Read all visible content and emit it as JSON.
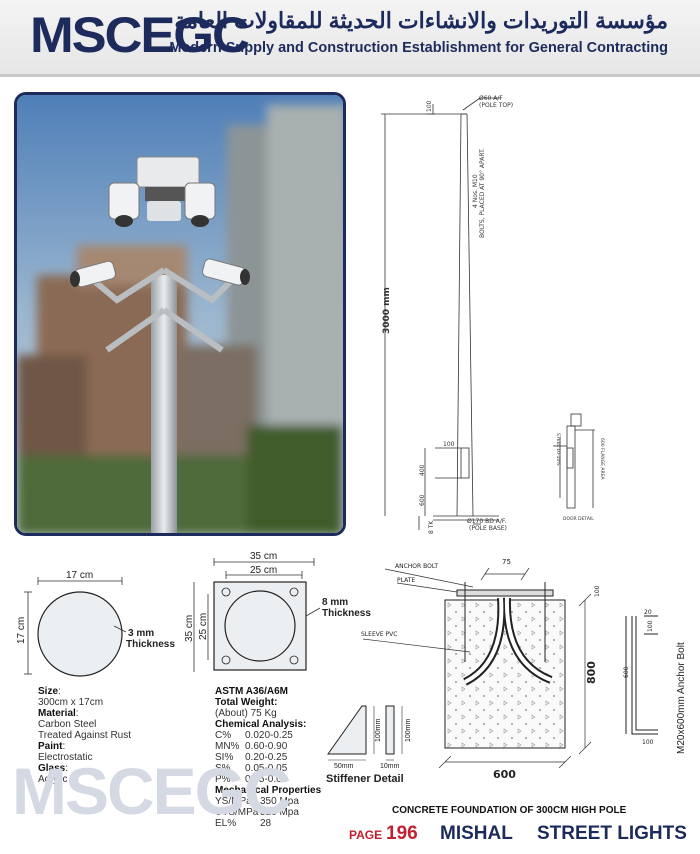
{
  "header": {
    "logo_text": "MSCEGC",
    "arabic_name": "مؤسسة التوريدات والانشاءات الحديثة للمقاولات العامة",
    "english_name": "Modern Supply and Construction Establishment for General Contracting"
  },
  "pole_drawing": {
    "top_label": "Ø60 A/F",
    "top_sub": "(POLE TOP)",
    "top_dim": "100",
    "height": "3000 mm",
    "bolt_note_1": "4 Nos. M10",
    "bolt_note_2": "BOLTS, PLACED AT 90° APART.",
    "door_dim": "100",
    "door_h": "400",
    "base_dim": "600",
    "base_tk": "8 TK",
    "base_label": "Ø170 BD A/F.",
    "base_sub": "(POLE BASE)",
    "door_detail_title": "DOOR DETAIL",
    "door_detail_side": "600 FLANGE AREA",
    "door_detail_steel": "STEEL 10-10%"
  },
  "circle_plate": {
    "width": "17 cm",
    "height": "17 cm",
    "thickness": "3 mm",
    "thickness_label": "Thickness"
  },
  "square_plate": {
    "outer_w": "35 cm",
    "inner_w": "25 cm",
    "outer_h": "35 cm",
    "inner_h": "25 cm",
    "thickness": "8 mm",
    "thickness_label": "Thickness"
  },
  "specs_left": {
    "size_label": "Size",
    "size_value": "300cm x 17cm",
    "material_label": "Material",
    "material_value_1": "Carbon Steel",
    "material_value_2": "Treated Against Rust",
    "paint_label": "Paint",
    "paint_value": "Electrostatic",
    "glass_label": "Glass",
    "glass_value": "Acrylic"
  },
  "specs_right": {
    "standard": "ASTM A36/A6M",
    "weight_label": "Total Weight:",
    "weight_value": "(About) 75 Kg",
    "chem_label": "Chemical Analysis:",
    "chem": [
      {
        "k": "C%",
        "v": "0.020-0.25"
      },
      {
        "k": "MN%",
        "v": "0.60-0.90"
      },
      {
        "k": "SI%",
        "v": "0.20-0.25"
      },
      {
        "k": "S%",
        "v": "0.05-0.05"
      },
      {
        "k": "P%",
        "v": "0.05-0.05"
      }
    ],
    "mech_label": "Mechanical Properties",
    "mech": [
      {
        "k": "YS/MPa",
        "v": "350 Mpa"
      },
      {
        "k": "UTS/MPa",
        "v": "520 Mpa"
      },
      {
        "k": "EL%",
        "v": "28"
      }
    ]
  },
  "stiffener": {
    "title": "Stiffener Detail",
    "dim_h1": "100mm",
    "dim_w1": "50mm",
    "dim_h2": "100mm",
    "dim_w2": "10mm"
  },
  "foundation": {
    "anchor_bolt": "ANCHOR BOLT",
    "plate": "PLATE",
    "sleeve": "SLEEVE PVC",
    "dim_75": "75",
    "dim_100": "100",
    "dim_800": "800",
    "dim_600": "600",
    "title": "CONCRETE FOUNDATION OF 300CM HIGH POLE"
  },
  "anchor_bolt_detail": {
    "label": "M20x600mm Anchor Bolt",
    "d20": "20",
    "d100a": "100",
    "d600": "600",
    "d100b": "100"
  },
  "footer": {
    "watermark": "MSCEGC",
    "page_label": "PAGE",
    "page_number": "196",
    "brand_a": "MISHAL",
    "brand_b": "STREET LIGHTS"
  }
}
